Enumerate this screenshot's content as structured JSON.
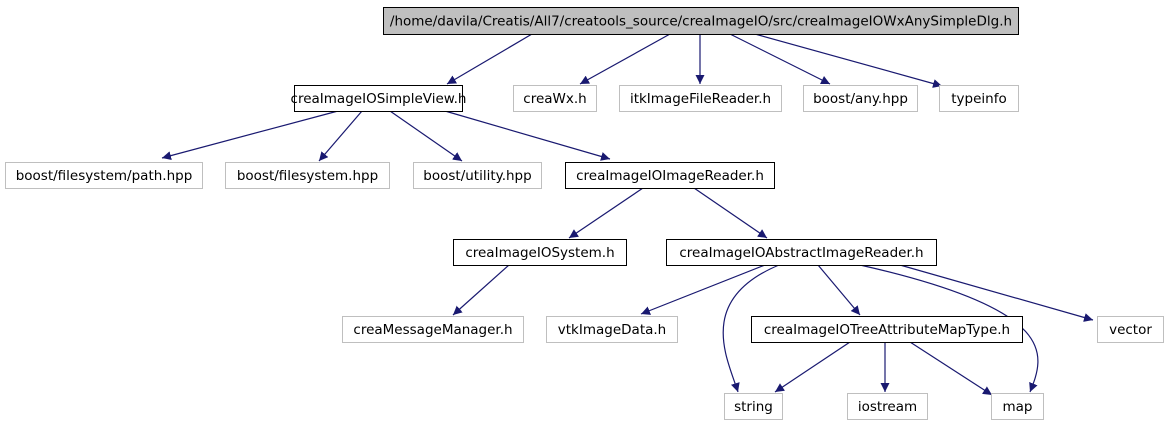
{
  "colors": {
    "edge": "#191970",
    "root_fill": "#bfbfbf",
    "root_border": "#000000",
    "documented_border": "#000000",
    "external_border": "#bfbfbf",
    "box_fill": "#ffffff"
  },
  "nodes": [
    {
      "id": "root",
      "label": "/home/davila/Creatis/All7/creatools_source/creaImageIO/src/creaImageIOWxAnySimpleDlg.h",
      "kind": "root"
    },
    {
      "id": "simpleview",
      "label": "creaImageIOSimpleView.h",
      "kind": "documented"
    },
    {
      "id": "creawx",
      "label": "creaWx.h",
      "kind": "external"
    },
    {
      "id": "itkreader",
      "label": "itkImageFileReader.h",
      "kind": "external"
    },
    {
      "id": "boostany",
      "label": "boost/any.hpp",
      "kind": "external"
    },
    {
      "id": "typeinfo",
      "label": "typeinfo",
      "kind": "external"
    },
    {
      "id": "fspath",
      "label": "boost/filesystem/path.hpp",
      "kind": "external"
    },
    {
      "id": "fs",
      "label": "boost/filesystem.hpp",
      "kind": "external"
    },
    {
      "id": "utility",
      "label": "boost/utility.hpp",
      "kind": "external"
    },
    {
      "id": "imagereader",
      "label": "creaImageIOImageReader.h",
      "kind": "documented"
    },
    {
      "id": "system",
      "label": "creaImageIOSystem.h",
      "kind": "documented"
    },
    {
      "id": "abstractreader",
      "label": "creaImageIOAbstractImageReader.h",
      "kind": "documented"
    },
    {
      "id": "msgmgr",
      "label": "creaMessageManager.h",
      "kind": "external"
    },
    {
      "id": "vtkimagedata",
      "label": "vtkImageData.h",
      "kind": "external"
    },
    {
      "id": "treeattr",
      "label": "creaImageIOTreeAttributeMapType.h",
      "kind": "documented"
    },
    {
      "id": "vector",
      "label": "vector",
      "kind": "external"
    },
    {
      "id": "string",
      "label": "string",
      "kind": "external"
    },
    {
      "id": "iostream",
      "label": "iostream",
      "kind": "external"
    },
    {
      "id": "map",
      "label": "map",
      "kind": "external"
    }
  ],
  "edges": [
    {
      "from": "root",
      "to": "simpleview"
    },
    {
      "from": "root",
      "to": "creawx"
    },
    {
      "from": "root",
      "to": "itkreader"
    },
    {
      "from": "root",
      "to": "boostany"
    },
    {
      "from": "root",
      "to": "typeinfo"
    },
    {
      "from": "simpleview",
      "to": "fspath"
    },
    {
      "from": "simpleview",
      "to": "fs"
    },
    {
      "from": "simpleview",
      "to": "utility"
    },
    {
      "from": "simpleview",
      "to": "imagereader"
    },
    {
      "from": "imagereader",
      "to": "system"
    },
    {
      "from": "imagereader",
      "to": "abstractreader"
    },
    {
      "from": "system",
      "to": "msgmgr"
    },
    {
      "from": "abstractreader",
      "to": "vtkimagedata"
    },
    {
      "from": "abstractreader",
      "to": "string"
    },
    {
      "from": "abstractreader",
      "to": "treeattr"
    },
    {
      "from": "abstractreader",
      "to": "map"
    },
    {
      "from": "abstractreader",
      "to": "vector"
    },
    {
      "from": "treeattr",
      "to": "string"
    },
    {
      "from": "treeattr",
      "to": "iostream"
    },
    {
      "from": "treeattr",
      "to": "map"
    }
  ]
}
